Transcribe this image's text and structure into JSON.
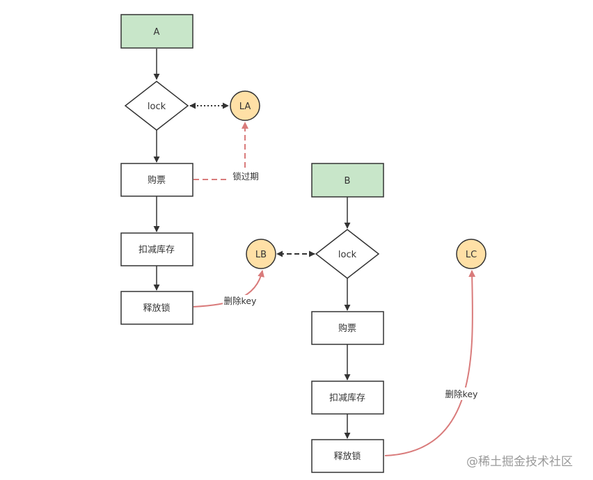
{
  "nodes": {
    "a_start": "A",
    "a_lock": "lock",
    "a_buy": "购票",
    "a_deduct": "扣减库存",
    "a_release": "释放锁",
    "la": "LA",
    "b_start": "B",
    "b_lock": "lock",
    "b_buy": "购票",
    "b_deduct": "扣减库存",
    "b_release": "释放锁",
    "lb": "LB",
    "lc": "LC"
  },
  "edges": {
    "lock_expired": "锁过期",
    "delete_key_a": "删除key",
    "delete_key_b": "删除key"
  },
  "colors": {
    "start_fill": "#c8e6c9",
    "lock_circle_fill": "#ffe0a6",
    "red_edge": "#d97b7b",
    "black_edge": "#333333"
  },
  "watermark": "@稀土掘金技术社区"
}
